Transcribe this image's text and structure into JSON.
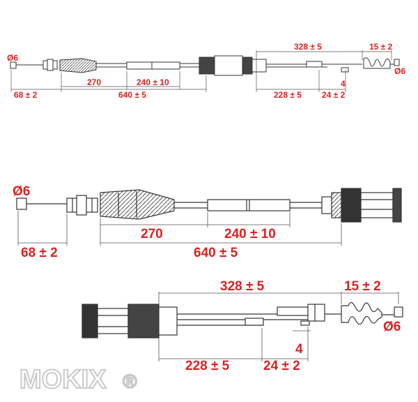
{
  "top_view": {
    "dia_left": "Ø6",
    "dim_68": "68 ± 2",
    "dim_270": "270",
    "dim_240": "240 ± 10",
    "dim_640": "640 ± 5",
    "dim_328": "328 ± 5",
    "dim_15": "15 ± 2",
    "dia_right": "Ø6",
    "dim_228": "228 ± 5",
    "dim_24": "24 ± 2",
    "dim_4": "4"
  },
  "left_detail": {
    "dia_left": "Ø6",
    "dim_68": "68 ± 2",
    "dim_270": "270",
    "dim_240": "240 ± 10",
    "dim_640": "640 ± 5"
  },
  "right_detail": {
    "dim_328": "328 ± 5",
    "dim_15": "15 ± 2",
    "dia_right": "Ø6",
    "dim_4": "4",
    "dim_228": "228 ± 5",
    "dim_24": "24 ± 2"
  },
  "watermark": {
    "brand": "MOKIX",
    "reg_mark": "®"
  },
  "colors": {
    "dimension": "#e02020",
    "line": "#333333",
    "watermark": "#c9c9c9"
  }
}
